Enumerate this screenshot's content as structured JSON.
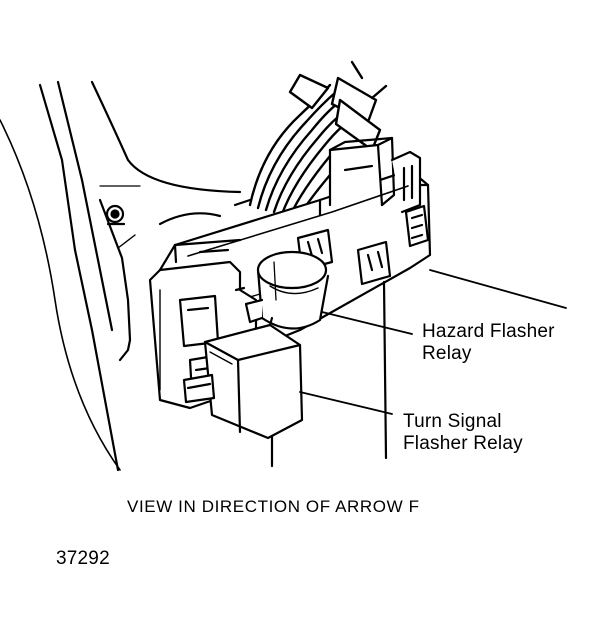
{
  "labels": {
    "hazard_line1": "Hazard Flasher",
    "hazard_line2": "Relay",
    "turn_line1": "Turn Signal",
    "turn_line2": "Flasher Relay"
  },
  "caption": "VIEW IN DIRECTION OF ARROW F",
  "figure_number": "37292",
  "colors": {
    "ink": "#000000",
    "paper": "#ffffff"
  }
}
